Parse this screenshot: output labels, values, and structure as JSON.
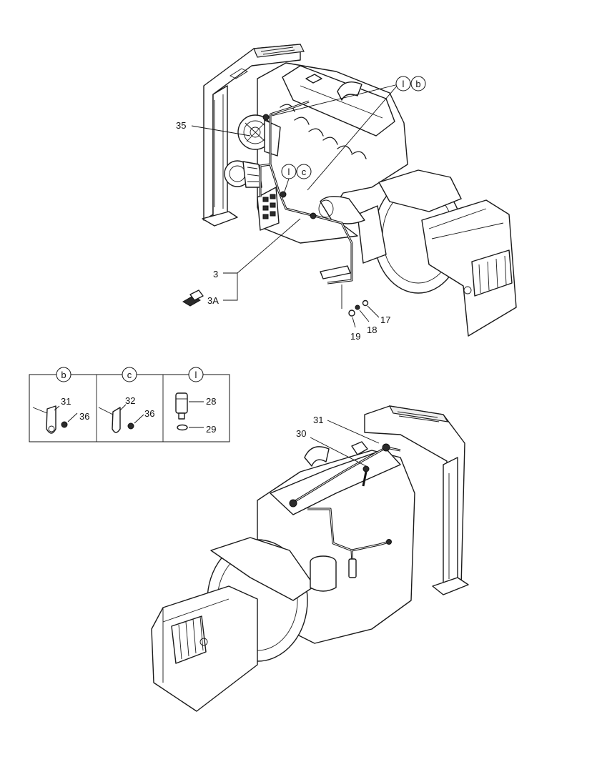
{
  "callouts": {
    "top": {
      "l1": "l",
      "b": "b",
      "p35": "35",
      "l2": "l",
      "c": "c",
      "p3": "3",
      "p3A": "3A",
      "p17": "17",
      "p18": "18",
      "p19": "19"
    },
    "legend": {
      "b": "b",
      "c": "c",
      "l": "l",
      "p31": "31",
      "p36a": "36",
      "p32": "32",
      "p36b": "36",
      "p28": "28",
      "p29": "29"
    },
    "bottom": {
      "p31": "31",
      "p30": "30"
    }
  },
  "icons": [
    "engine-assembly",
    "wire-harness",
    "alternator",
    "compressor",
    "terminal-block",
    "sensor-connector",
    "nut",
    "washer",
    "clamp",
    "fuel-filter",
    "air-intake-grille",
    "radiator"
  ]
}
